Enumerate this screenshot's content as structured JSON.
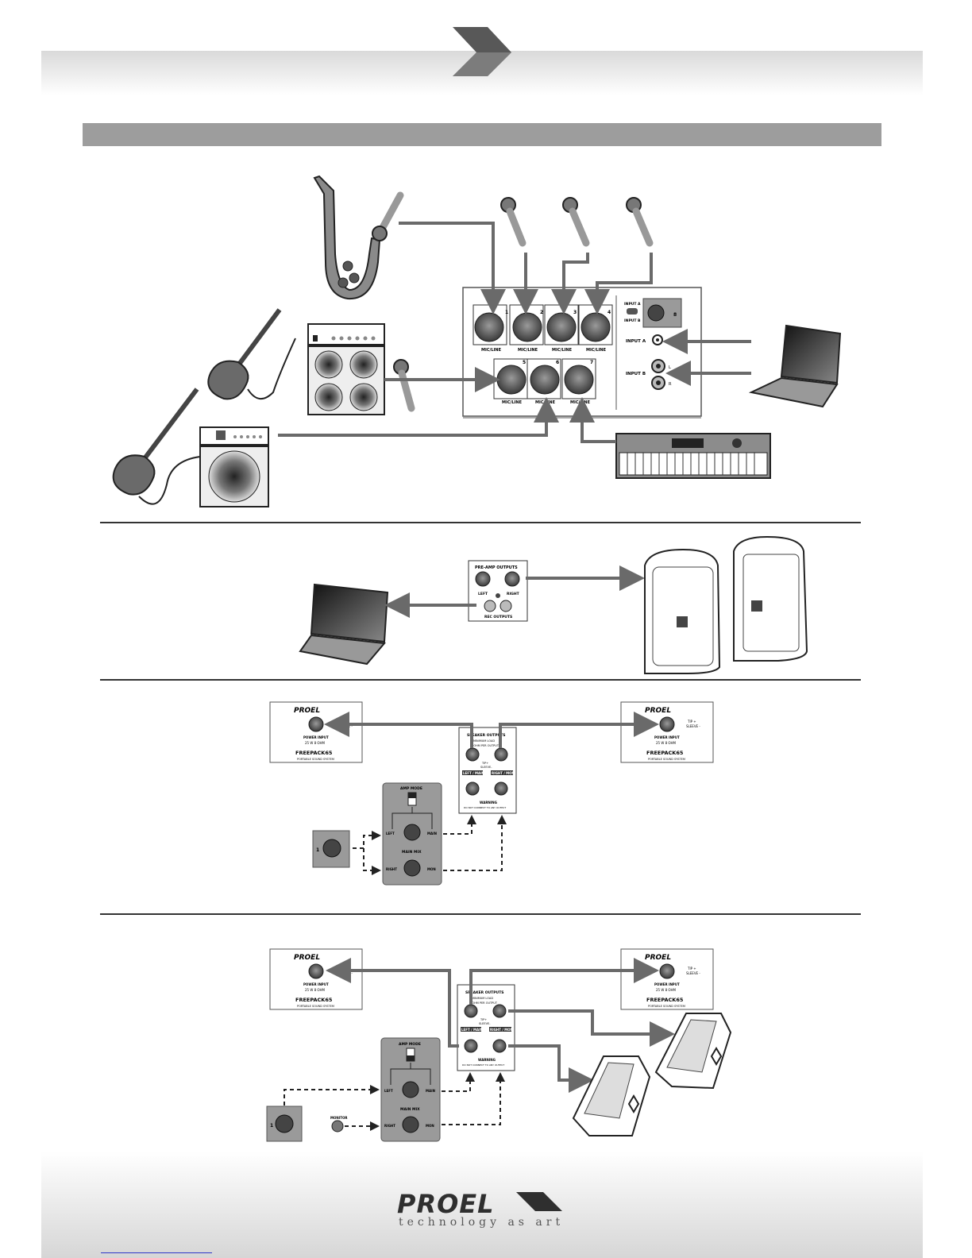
{
  "brand": {
    "name": "PROEL",
    "tagline": "technology as art"
  },
  "panel_labels": {
    "mic_line": "MIC/LINE",
    "channels_top": [
      "1",
      "2",
      "3",
      "4"
    ],
    "channels_bottom": [
      "5",
      "6",
      "7"
    ],
    "input_a": "INPUT A",
    "input_b": "INPUT B",
    "selector_a": "INPUT A",
    "selector_b": "INPUT B",
    "knob_number": "8",
    "rca_left": "L",
    "rca_right": "R"
  },
  "preamp": {
    "title": "PRE-AMP OUTPUTS",
    "left": "LEFT",
    "right": "RIGHT",
    "rec": "REC OUTPUTS"
  },
  "speaker_panel": {
    "title": "SPEAKER OUTPUTS",
    "min_load": "MINIMUM LOAD",
    "per_output": "8 OHM PER OUTPUT",
    "tip": "TIP+",
    "sleeve": "SLEEVE-",
    "left_main": "LEFT / MAIN",
    "right_mon": "RIGHT / MON",
    "warning": "WARNING",
    "warning_text": "DO NOT CONNECT TO ANY OUTPUT"
  },
  "freepack": {
    "logo": "PROEL",
    "power_input": "POWER INPUT",
    "watt": "25 W 8 OHM",
    "model": "FREEPACK65",
    "sub": "PORTABLE SOUND SYSTEM",
    "tip": "TIP +",
    "sleeve": "SLEEVE -"
  },
  "amp_block": {
    "title": "AMP MODE",
    "left": "LEFT",
    "main": "MAIN",
    "main_mix": "MAIN MIX",
    "right": "RIGHT",
    "mon": "MON",
    "monitor": "MONITOR",
    "knob_number": "1"
  }
}
